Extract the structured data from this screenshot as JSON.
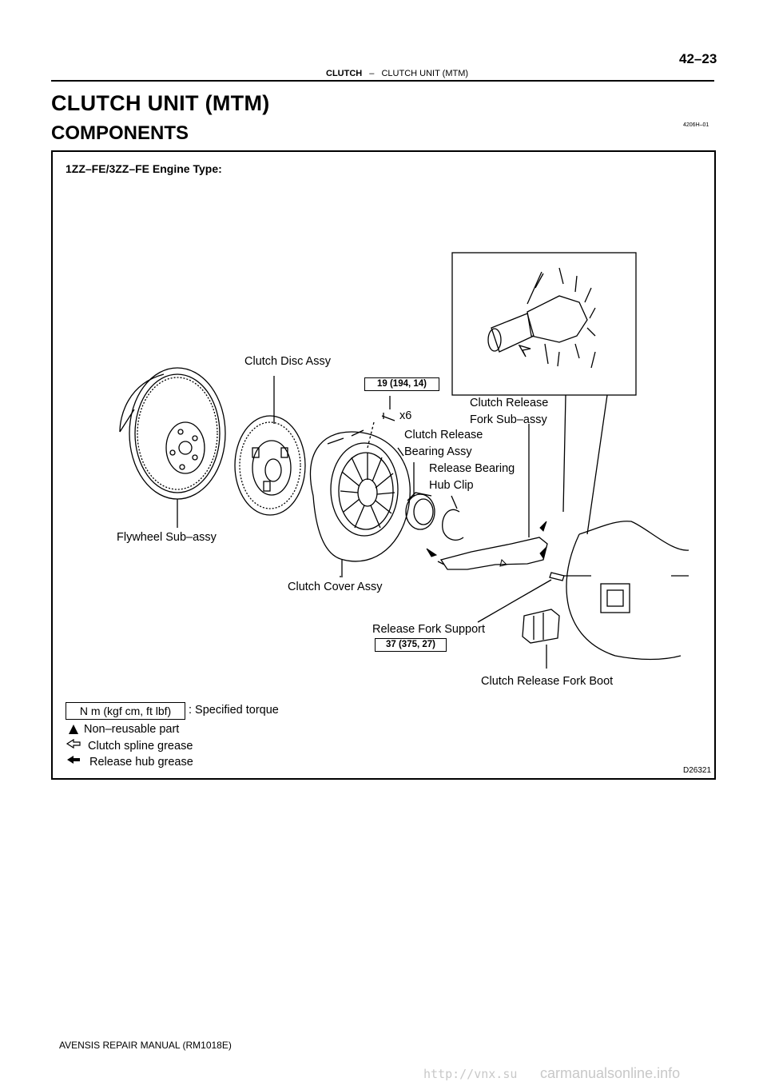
{
  "header": {
    "section": "CLUTCH",
    "separator": "–",
    "subsection": "CLUTCH UNIT (MTM)",
    "page_number": "42–23"
  },
  "title": "CLUTCH UNIT (MTM)",
  "subtitle": "COMPONENTS",
  "doc_code": "4206H–01",
  "figure": {
    "engine_type": "1ZZ–FE/3ZZ–FE Engine Type:",
    "figure_code": "D26321",
    "labels": {
      "clutch_disc": "Clutch Disc Assy",
      "flywheel": "Flywheel Sub–assy",
      "clutch_cover": "Clutch Cover Assy",
      "fork_line1": "Clutch Release",
      "fork_line2": "Fork Sub–assy",
      "bearing_line1": "Clutch Release",
      "bearing_line2": "Bearing Assy",
      "clip_line1": "Release Bearing",
      "clip_line2": "Hub Clip",
      "fork_support": "Release Fork Support",
      "fork_boot": "Clutch Release Fork Boot",
      "bolt_count": "x6"
    },
    "torques": {
      "cover_bolts": "19 (194, 14)",
      "fork_support": "37 (375, 27)"
    }
  },
  "legend": {
    "torque_box": "N m (kgf cm, ft lbf)",
    "torque_text": ": Specified torque",
    "non_reusable": "Non–reusable part",
    "spline_grease": "Clutch spline grease",
    "hub_grease": "Release hub grease"
  },
  "footer": "AVENSIS REPAIR MANUAL   (RM1018E)",
  "watermark": {
    "left": "http://vnx.su",
    "right": "carmanualsonline.info"
  }
}
